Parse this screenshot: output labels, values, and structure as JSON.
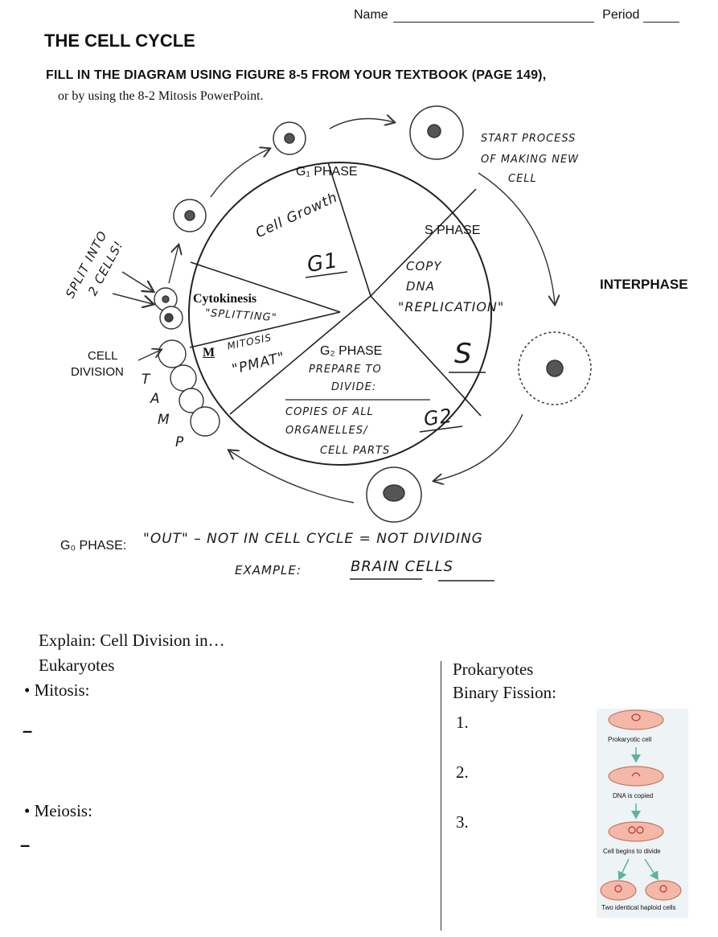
{
  "header": {
    "name_label": "Name",
    "period_label": "Period",
    "title": "THE CELL CYCLE",
    "instruction_bold": "FILL IN THE DIAGRAM USING FIGURE 8-5 FROM YOUR TEXTBOOK (PAGE 149),",
    "instruction_plain": "or by using the 8-2 Mitosis PowerPoint."
  },
  "diagram": {
    "g1_label": "G₁ PHASE",
    "g1_note": "Cell Growth",
    "g1_answer": "G1",
    "s_label": "S PHASE",
    "s_note_1": "COPY",
    "s_note_2": "DNA",
    "s_note_3": "\"REPLICATION\"",
    "s_answer": "S",
    "g2_label": "G₂ PHASE",
    "g2_note_1": "PREPARE TO",
    "g2_note_2": "DIVIDE:",
    "g2_note_3": "COPIES OF ALL",
    "g2_note_4": "ORGANELLES/",
    "g2_note_5": "CELL PARTS",
    "g2_answer": "G2",
    "cytokinesis_label": "Cytokinesis",
    "cytokinesis_note": "\"SPLITTING\"",
    "m_label": "M",
    "mitosis_note_1": "MITOSIS",
    "mitosis_note_2": "\"PMAT\"",
    "interphase_label": "INTERPHASE",
    "cell_division_1": "CELL",
    "cell_division_2": "DIVISION",
    "split_note_1": "SPLIT INTO",
    "split_note_2": "2 CELLS!",
    "start_note_1": "START PROCESS",
    "start_note_2": "OF MAKING NEW",
    "start_note_3": "CELL",
    "pmat_letters": [
      "T",
      "A",
      "M",
      "P"
    ],
    "g0_label": "G₀ PHASE:",
    "g0_note": "\"OUT\" – NOT IN CELL CYCLE = NOT DIVIDING",
    "g0_example_prefix": "EXAMPLE:",
    "g0_example": "BRAIN CELLS"
  },
  "explain": {
    "heading": "Explain: Cell Division in…",
    "eukaryotes": "Eukaryotes",
    "mitosis": "• Mitosis:",
    "meiosis": "• Meiosis:",
    "dash": "–",
    "prokaryotes": "Prokaryotes",
    "binary_fission": "Binary Fission:",
    "steps": [
      "1.",
      "2.",
      "3."
    ]
  },
  "fission_figure": {
    "caption_1": "Prokaryotic cell",
    "caption_2": "DNA is copied",
    "caption_3": "Cell begins to divide",
    "caption_4": "Two identical haploid cells"
  }
}
